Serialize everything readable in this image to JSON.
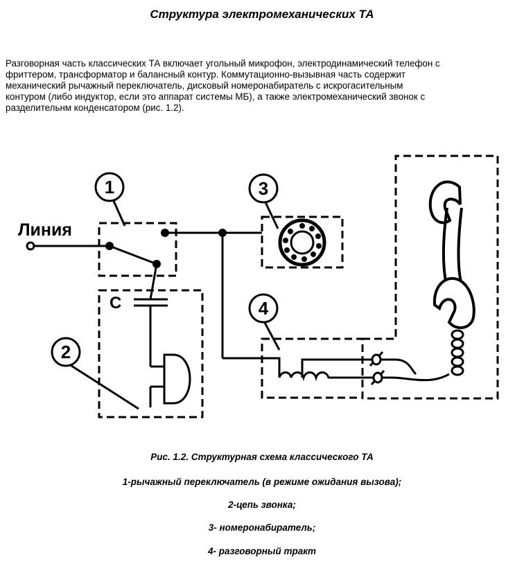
{
  "title": "Структура электромеханических ТА",
  "paragraph_lines": [
    "Разговорная часть классических ТА включает угольный микрофон, электродинамический телефон с",
    "фриттером, трансформатор и балансный контур. Коммутационно-вызывная часть содержит",
    "механический рычажный переключатель, дисковый номеронабиратель с искрогасительным",
    "контуром (либо индуктор, если это аппарат системы МБ), а также электромеханический звонок с",
    "разделительнм конденсатором (рис. 1.2)."
  ],
  "diagram": {
    "line_label": "Линия",
    "capacitor_label": "С",
    "callouts": [
      "1",
      "2",
      "3",
      "4"
    ]
  },
  "caption": {
    "title": "Рис. 1.2. Структурная схема классического ТА",
    "items": [
      "1-рычажный переключатель (в режиме ожидания вызова);",
      "2-цепь звонка;",
      "3- номеронабиратель;",
      "4- разговорный тракт"
    ]
  }
}
